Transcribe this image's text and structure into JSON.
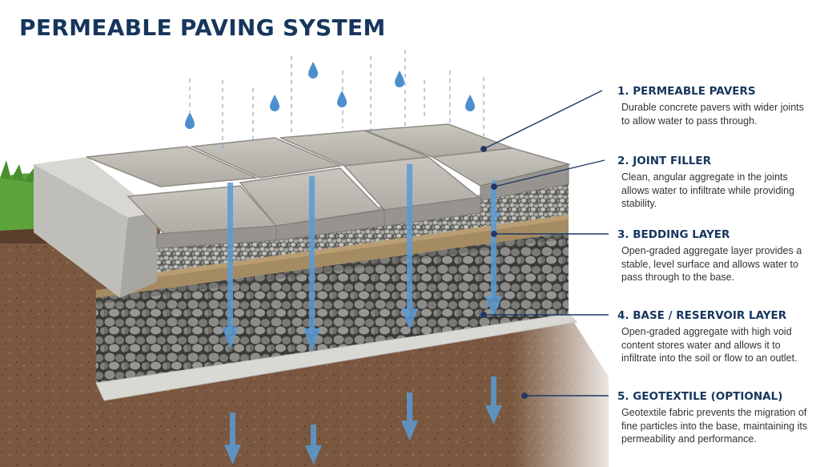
{
  "title": "PERMEABLE PAVING SYSTEM",
  "colors": {
    "heading": "#17365d",
    "body_text": "#333333",
    "water": "#5b9bd5",
    "paver": "#b4b1aa",
    "bedding": "#a58b62",
    "geotextile": "#dad8d3",
    "soil": "#7a5840",
    "grass": "#5ca53c"
  },
  "layers": [
    {
      "title": "1. PERMEABLE PAVERS",
      "description": "Durable concrete pavers with wider joints to allow water to pass through."
    },
    {
      "title": "2. JOINT FILLER",
      "description": "Clean, angular aggregate in the joints allows water to infiltrate while providing stability."
    },
    {
      "title": "3. BEDDING LAYER",
      "description": "Open-graded aggregate layer provides a stable, level surface and allows water to pass through to the base."
    },
    {
      "title": "4. BASE / RESERVOIR LAYER",
      "description": "Open-graded aggregate with high void content stores water and allows it to infiltrate into the soil or flow to an outlet."
    },
    {
      "title": "5. GEOTEXTILE (OPTIONAL)",
      "description": "Geotextile fabric prevents the migration of fine particles into the base, maintaining its permeability and performance."
    }
  ]
}
